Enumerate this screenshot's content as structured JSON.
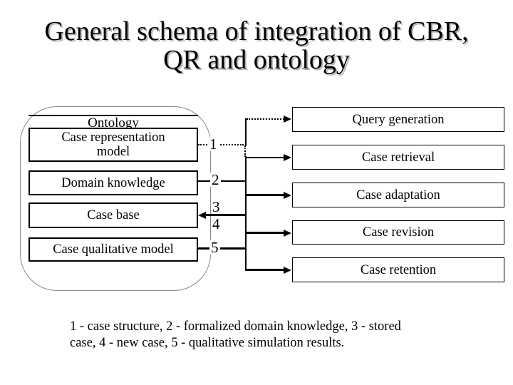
{
  "title": {
    "text": "General schema of integration of CBR,\nQR and ontology"
  },
  "ontology": {
    "label": "Ontology",
    "boxes": [
      {
        "label": "Case representation\nmodel"
      },
      {
        "label": "Domain knowledge"
      },
      {
        "label": "Case base"
      },
      {
        "label": "Case qualitative model"
      }
    ]
  },
  "cbr": {
    "boxes": [
      {
        "label": "Query generation"
      },
      {
        "label": "Case retrieval"
      },
      {
        "label": "Case adaptation"
      },
      {
        "label": "Case revision"
      },
      {
        "label": "Case retention"
      }
    ]
  },
  "connectors": {
    "numbers": [
      "1",
      "2",
      "3",
      "4",
      "5"
    ]
  },
  "caption": {
    "text": "1 - case structure, 2 - formalized domain knowledge, 3 - stored\ncase, 4 - new case, 5 - qualitative simulation results."
  },
  "colors": {
    "background": "#ffffff",
    "box_border": "#000000",
    "group_border": "#8a8a8a",
    "line": "#000000",
    "title_shadow": "#b5b5b5"
  }
}
